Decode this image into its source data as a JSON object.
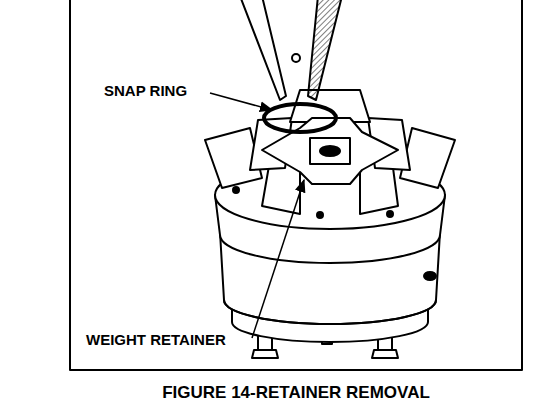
{
  "diagram": {
    "caption": "FIGURE 14-RETAINER REMOVAL",
    "labels": [
      "SNAP RING",
      "WEIGHT RETAINER"
    ]
  }
}
